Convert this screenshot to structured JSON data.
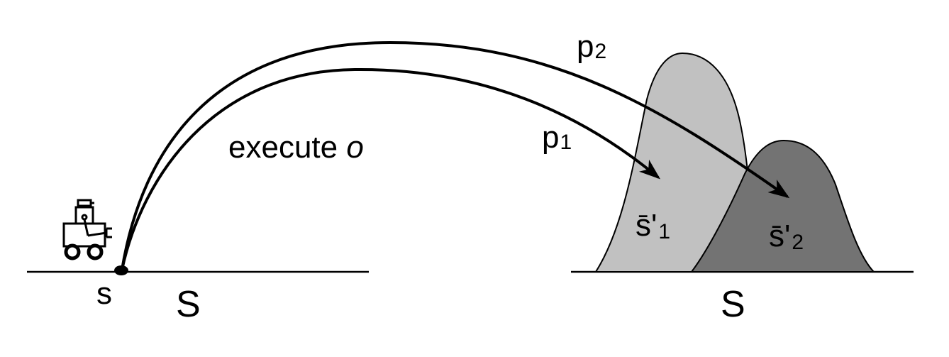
{
  "labels": {
    "s_point": "s",
    "space_left": "S",
    "space_right": "S",
    "execute_prefix": "execute ",
    "execute_option": "o",
    "p1": "p",
    "p1_sub": "1",
    "p2": "p",
    "p2_sub": "2",
    "s1_bar": "s̄'",
    "s1_sub": "1",
    "s2_bar": "s̄'",
    "s2_sub": "2"
  },
  "colors": {
    "line": "#000000",
    "distribution_1": "#c1c1c1",
    "distribution_2": "#737373",
    "background": "#ffffff"
  },
  "icons": {
    "robot": "robot-icon"
  }
}
